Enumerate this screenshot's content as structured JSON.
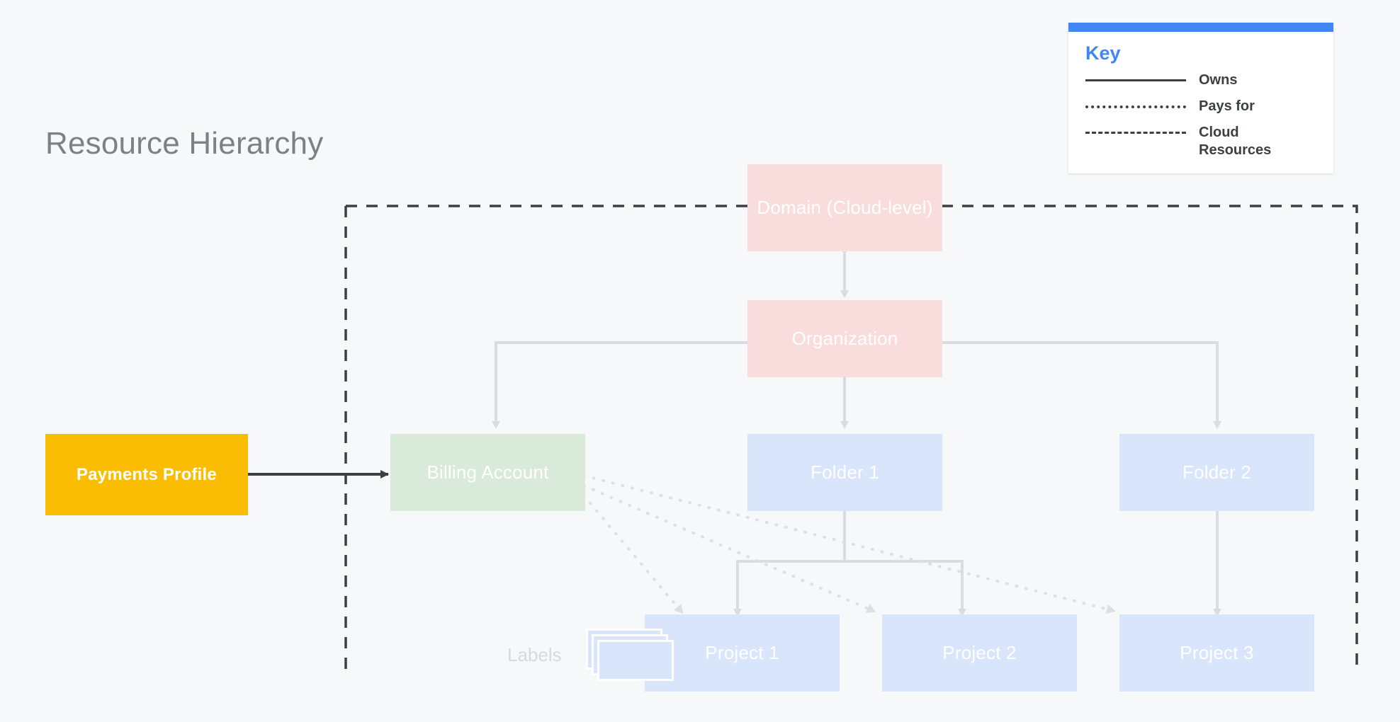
{
  "page": {
    "title": "Resource Hierarchy",
    "background_color": "#F7F8FA"
  },
  "legend": {
    "title": "Key",
    "accent_color": "#4285F4",
    "items": [
      {
        "style": "solid",
        "label": "Owns"
      },
      {
        "style": "dotted",
        "label": "Pays for"
      },
      {
        "style": "dashed",
        "label": "Cloud Resources"
      }
    ]
  },
  "nodes": {
    "payments_profile": {
      "label": "Payments Profile",
      "color": "#FBBC04"
    },
    "billing_account": {
      "label": "Billing Account",
      "color": "#D9EADA"
    },
    "domain": {
      "label": "Domain (Cloud-level)",
      "color": "#F9DCDC"
    },
    "organization": {
      "label": "Organization",
      "color": "#F9DCDC"
    },
    "folder1": {
      "label": "Folder 1",
      "color": "#D9E5FA"
    },
    "folder2": {
      "label": "Folder 2",
      "color": "#D9E5FA"
    },
    "project1": {
      "label": "Project 1",
      "color": "#D9E5FA"
    },
    "project2": {
      "label": "Project 2",
      "color": "#D9E5FA"
    },
    "project3": {
      "label": "Project 3",
      "color": "#D9E5FA"
    },
    "labels": {
      "label": "Labels",
      "icon": "stacked-cards-icon"
    }
  },
  "boundary": {
    "name": "cloud-resources-boundary",
    "style": "dashed",
    "color": "#3C4043"
  },
  "connectors": {
    "owns_color": "#DADCE0",
    "pays_for_color": "#E0E3E7",
    "bidirectional_color": "#3C4043"
  }
}
